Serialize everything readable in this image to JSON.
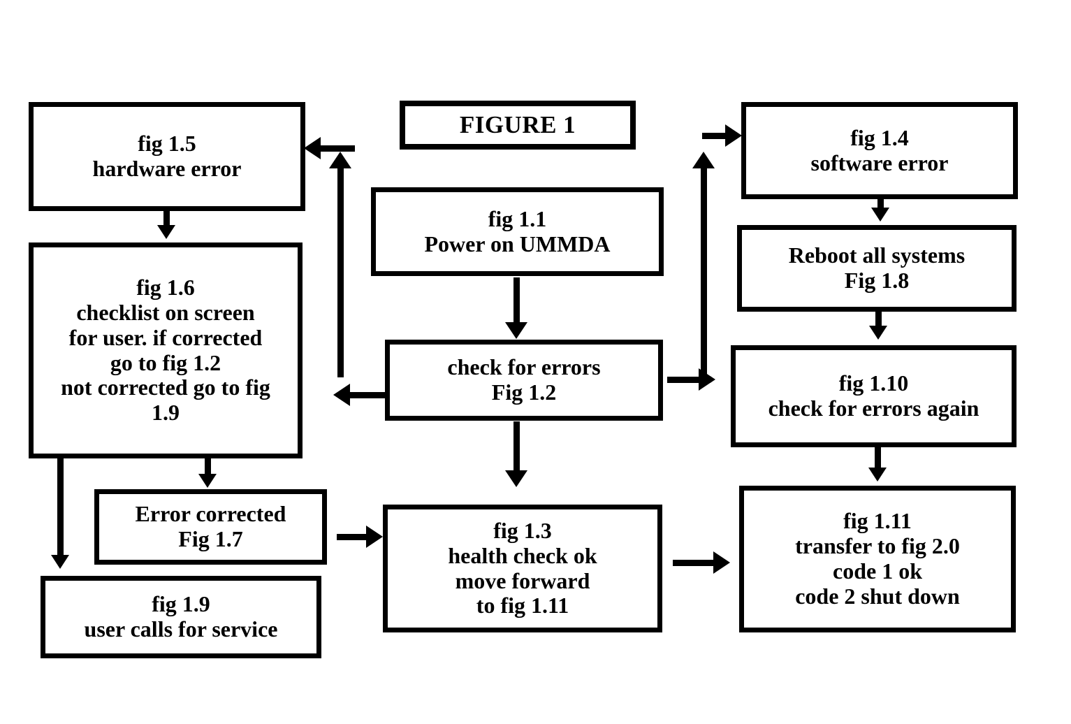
{
  "figure": {
    "title": "FIGURE 1"
  },
  "nodes": {
    "fig15": {
      "id": "fig 1.5",
      "text": "fig 1.5\nhardware error"
    },
    "fig16": {
      "id": "fig 1.6",
      "text": "fig 1.6\nchecklist on screen\nfor user. if corrected\ngo to fig 1.2\nnot corrected go to fig\n1.9"
    },
    "fig17": {
      "id": "Fig 1.7",
      "text": "Error corrected\nFig 1.7"
    },
    "fig19": {
      "id": "fig 1.9",
      "text": "fig 1.9\nuser calls for service"
    },
    "fig11": {
      "id": "fig 1.1",
      "text": "fig 1.1\nPower on UMMDA"
    },
    "fig12": {
      "id": "Fig 1.2",
      "text": "check for errors\nFig 1.2"
    },
    "fig13": {
      "id": "fig 1.3",
      "text": "fig 1.3\nhealth check ok\nmove forward\nto fig 1.11"
    },
    "fig14": {
      "id": "fig 1.4",
      "text": "fig 1.4\nsoftware error"
    },
    "fig18": {
      "id": "Fig 1.8",
      "text": "Reboot all systems\nFig 1.8"
    },
    "fig110": {
      "id": "fig 1.10",
      "text": "fig 1.10\ncheck for errors again"
    },
    "fig111": {
      "id": "fig 1.11",
      "text": "fig 1.11\ntransfer to fig 2.0\ncode 1 ok\ncode 2 shut down"
    }
  },
  "connectors": [
    {
      "name": "fig11-to-fig12",
      "from": "fig 1.1",
      "to": "Fig 1.2",
      "direction": "down"
    },
    {
      "name": "fig12-to-fig16",
      "from": "Fig 1.2",
      "to": "fig 1.6",
      "direction": "left"
    },
    {
      "name": "fig12-to-fig15-riser",
      "from": "Fig 1.2",
      "to": "fig 1.5",
      "direction": "up-left"
    },
    {
      "name": "fig15-to-fig16",
      "from": "fig 1.5",
      "to": "fig 1.6",
      "direction": "down"
    },
    {
      "name": "fig16-to-fig17",
      "from": "fig 1.6",
      "to": "Fig 1.7",
      "direction": "down"
    },
    {
      "name": "fig16-to-fig19",
      "from": "fig 1.6",
      "to": "fig 1.9",
      "direction": "down"
    },
    {
      "name": "fig17-to-fig13",
      "from": "Fig 1.7",
      "to": "fig 1.3",
      "direction": "right"
    },
    {
      "name": "fig12-to-fig13",
      "from": "Fig 1.2",
      "to": "fig 1.3",
      "direction": "down"
    },
    {
      "name": "fig12-to-fig14-riser",
      "from": "Fig 1.2",
      "to": "fig 1.4",
      "direction": "up-right"
    },
    {
      "name": "fig14-to-fig18",
      "from": "fig 1.4",
      "to": "Fig 1.8",
      "direction": "down"
    },
    {
      "name": "fig18-to-fig110",
      "from": "Fig 1.8",
      "to": "fig 1.10",
      "direction": "down"
    },
    {
      "name": "fig110-to-fig111",
      "from": "fig 1.10",
      "to": "fig 1.11",
      "direction": "down"
    },
    {
      "name": "fig13-to-fig111",
      "from": "fig 1.3",
      "to": "fig 1.11",
      "direction": "right"
    }
  ],
  "colors": {
    "stroke": "#000000",
    "fill": "#ffffff",
    "text": "#000000"
  }
}
